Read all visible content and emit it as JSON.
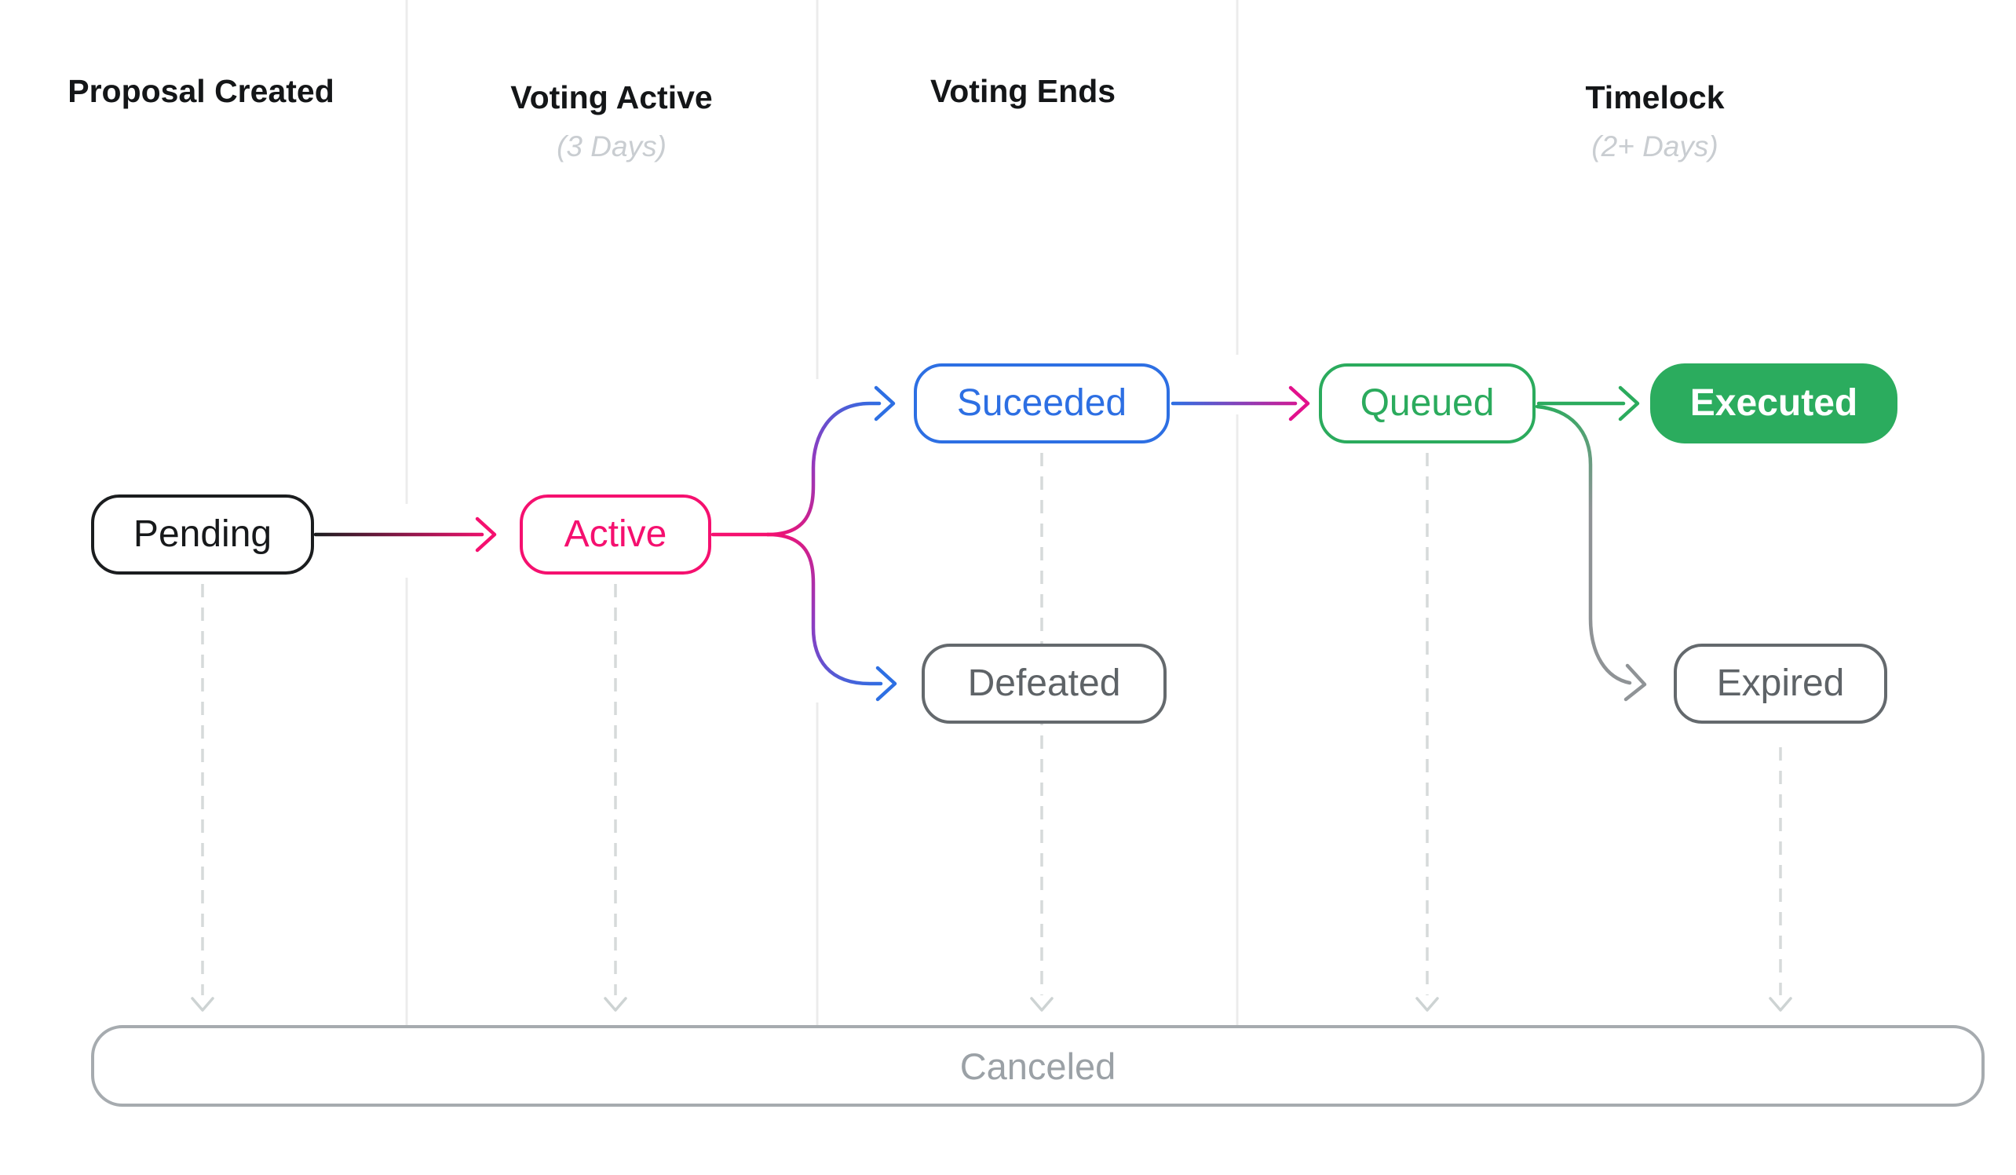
{
  "diagram": {
    "name": "Governance proposal lifecycle flow",
    "columns": [
      {
        "title": "Proposal Created",
        "subtitle": ""
      },
      {
        "title": "Voting Active",
        "subtitle": "(3 Days)"
      },
      {
        "title": "Voting Ends",
        "subtitle": ""
      },
      {
        "title": "Timelock",
        "subtitle": "(2+ Days)"
      }
    ],
    "nodes": [
      {
        "id": "pending",
        "label": "Pending",
        "style": "outline",
        "color": "#1B1D1F",
        "column": "Proposal Created"
      },
      {
        "id": "active",
        "label": "Active",
        "style": "outline",
        "color": "#F5106F",
        "column": "Voting Active"
      },
      {
        "id": "succeeded",
        "label": "Suceeded",
        "style": "outline",
        "color": "#2D6FE3",
        "column": "Voting Ends"
      },
      {
        "id": "defeated",
        "label": "Defeated",
        "style": "outline",
        "color": "#64696D",
        "column": "Voting Ends"
      },
      {
        "id": "queued",
        "label": "Queued",
        "style": "outline",
        "color": "#2BAB5D",
        "column": "Timelock"
      },
      {
        "id": "executed",
        "label": "Executed",
        "style": "filled",
        "color": "#2BAC5E",
        "column": "Timelock"
      },
      {
        "id": "expired",
        "label": "Expired",
        "style": "outline",
        "color": "#64696D",
        "column": "Timelock"
      }
    ],
    "edges": [
      {
        "from": "pending",
        "to": "active",
        "stroke": "gradient black to pink"
      },
      {
        "from": "active",
        "to": "succeeded",
        "stroke": "gradient pink to blue"
      },
      {
        "from": "active",
        "to": "defeated",
        "stroke": "gradient pink to blue"
      },
      {
        "from": "succeeded",
        "to": "queued",
        "stroke": "gradient blue to pink"
      },
      {
        "from": "queued",
        "to": "executed",
        "stroke": "green"
      },
      {
        "from": "queued",
        "to": "expired",
        "stroke": "gradient green to gray"
      }
    ],
    "cancel_paths": [
      "pending",
      "active",
      "succeeded",
      "queued",
      "expired"
    ],
    "canceled": {
      "label": "Canceled",
      "color": "#9BA1A6"
    },
    "colors": {
      "pink": "#F5106F",
      "blue": "#2D6FE3",
      "green": "#2BAB5D",
      "green_fill": "#2BAC5E",
      "purple_mid": "#8F3BC0",
      "gray_node": "#64696D",
      "gray_arrow": "#8F9396",
      "divider": "#ECECEC",
      "dashed_line": "#D6DADA",
      "muted_text": "#C9CDD1",
      "canceled_border": "#A6ABAF"
    }
  }
}
